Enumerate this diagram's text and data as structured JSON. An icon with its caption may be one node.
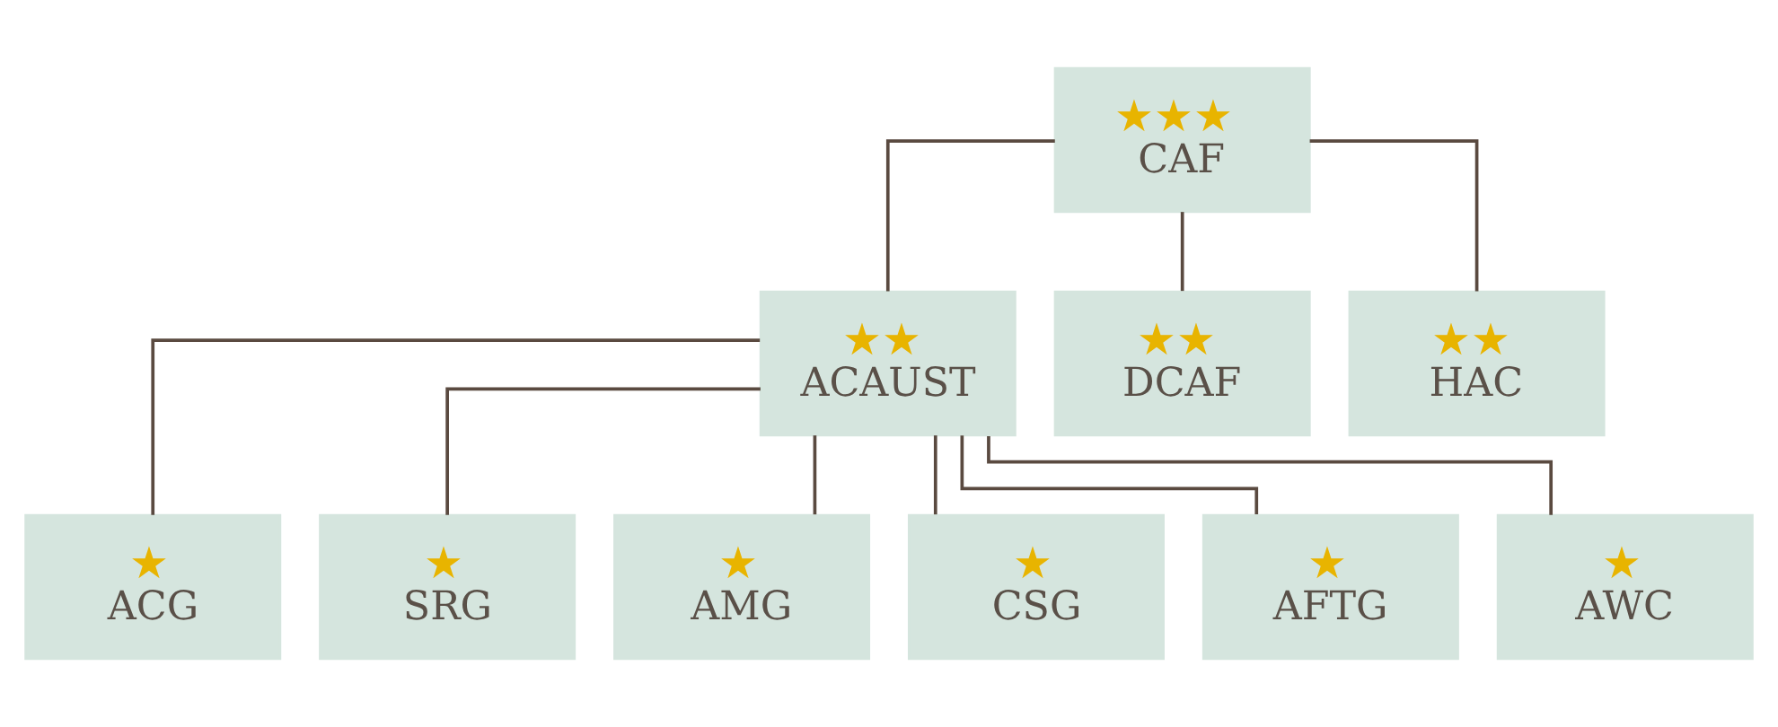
{
  "diagram": {
    "nodes": [
      {
        "text": [
          "★★★",
          "CAF"
        ]
      },
      {
        "text": [
          "★★",
          "ACAUST"
        ]
      },
      {
        "text": [
          "★★",
          "DCAF"
        ]
      },
      {
        "text": [
          "★★",
          "HAC"
        ]
      },
      {
        "text": [
          "★",
          "ACG"
        ]
      },
      {
        "text": [
          "★",
          "SRG"
        ]
      },
      {
        "text": [
          "★",
          "AMG"
        ]
      },
      {
        "text": [
          "★",
          "CSG"
        ]
      },
      {
        "text": [
          "★",
          "AFTG"
        ]
      },
      {
        "text": [
          "★",
          "AWC"
        ]
      }
    ],
    "edges": [
      {
        "from": 0,
        "to": 1,
        "arrow": "none"
      },
      {
        "from": 0,
        "to": 2,
        "arrow": "none"
      },
      {
        "from": 0,
        "to": 3,
        "arrow": "none"
      },
      {
        "from": 1,
        "to": 4,
        "arrow": "none"
      },
      {
        "from": 1,
        "to": 5,
        "arrow": "none"
      },
      {
        "from": 1,
        "to": 6,
        "arrow": "none"
      },
      {
        "from": 1,
        "to": 7,
        "arrow": "none"
      },
      {
        "from": 1,
        "to": 8,
        "arrow": "none"
      },
      {
        "from": 1,
        "to": 9,
        "arrow": "none"
      }
    ]
  }
}
